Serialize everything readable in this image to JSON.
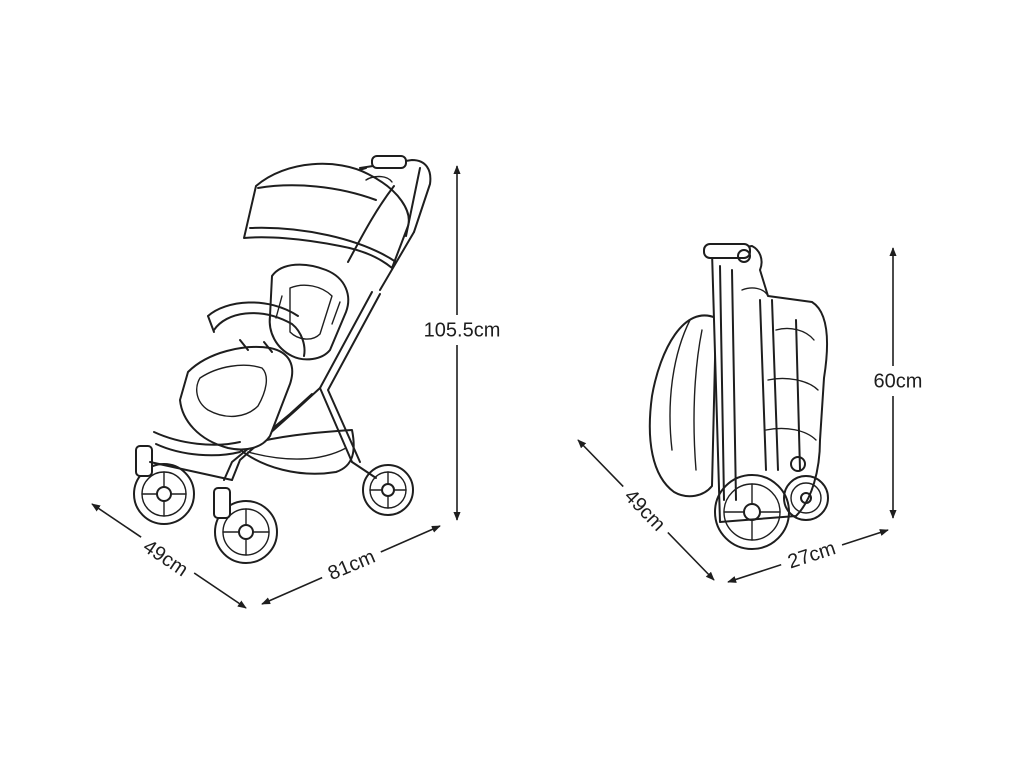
{
  "dimensions": {
    "unfolded": {
      "height": "105.5cm",
      "length": "81cm",
      "width": "49cm"
    },
    "folded": {
      "height": "60cm",
      "length": "27cm",
      "width": "49cm"
    }
  },
  "colors": {
    "line": "#1e1e1e",
    "background": "#ffffff"
  }
}
